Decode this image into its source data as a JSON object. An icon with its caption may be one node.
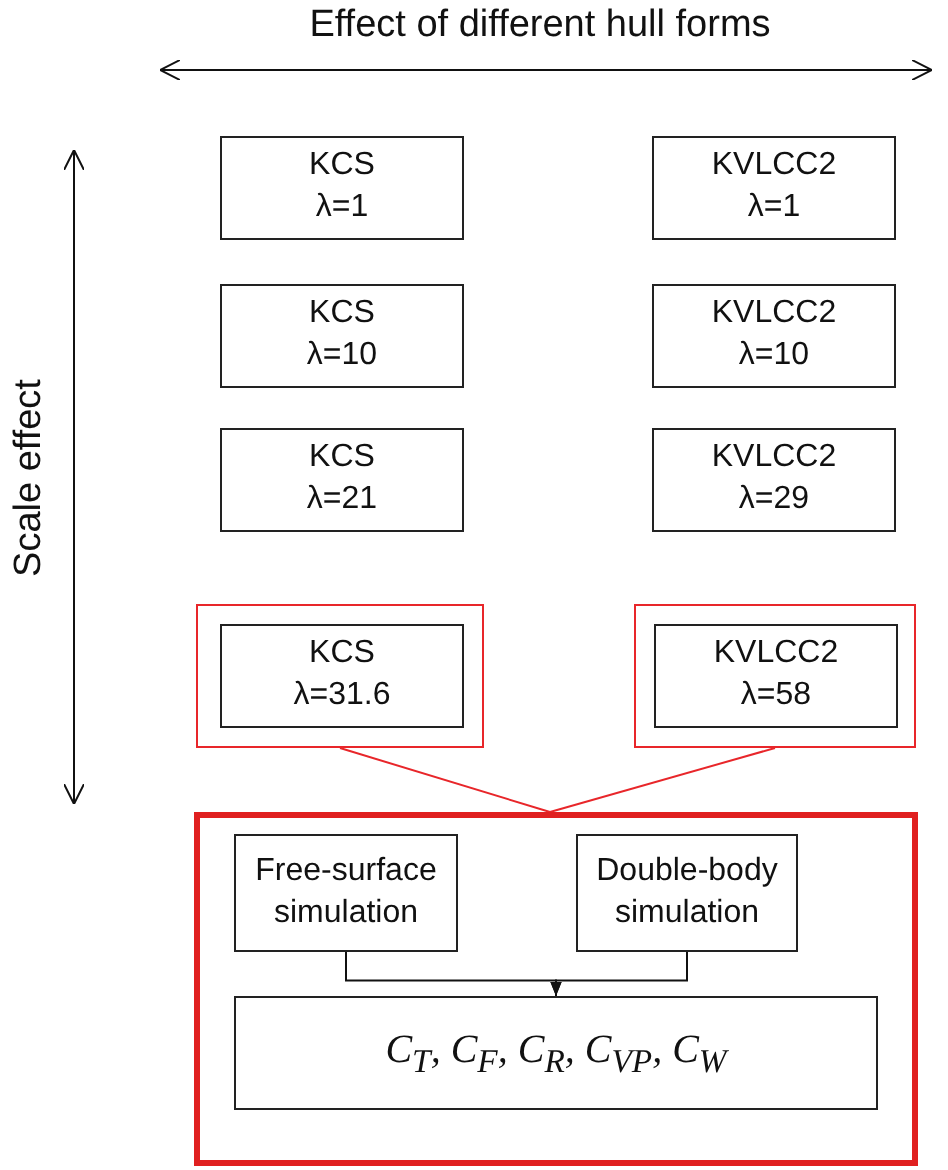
{
  "diagram": {
    "title": "Effect of different hull forms",
    "nodes": [
      {
        "text": [
          "KCS",
          "λ=1"
        ]
      },
      {
        "text": [
          "KVLCC2",
          "λ=1"
        ]
      },
      {
        "text": [
          "KCS",
          "λ=10"
        ]
      },
      {
        "text": [
          "KVLCC2",
          "λ=10"
        ]
      },
      {
        "text": [
          "KCS",
          "λ=21"
        ]
      },
      {
        "text": [
          "KVLCC2",
          "λ=29"
        ]
      },
      {
        "text": [],
        "shape": "box"
      },
      {
        "text": [
          "KCS",
          "λ=31.6"
        ],
        "in": 6
      },
      {
        "text": [],
        "shape": "box"
      },
      {
        "text": [
          "KVLCC2",
          "λ=58"
        ],
        "in": 8
      },
      {
        "text": [],
        "shape": "box"
      },
      {
        "text": [
          "Free-surface simulation"
        ],
        "in": 10
      },
      {
        "text": [
          "Double-body simulation"
        ],
        "in": 10
      },
      {
        "text": [
          "C$_{T}$, C$_{F}$, C$_{R}$, C$_{VP}$, C$_{W}$"
        ],
        "in": 10
      }
    ],
    "edges": [
      {
        "from": 6,
        "to": 10,
        "arrow": "none",
        "color": "#e8262a"
      },
      {
        "from": 8,
        "to": 10,
        "arrow": "none",
        "color": "#e8262a"
      },
      {
        "from": 11,
        "to": 13,
        "arrow": "to",
        "color": "#111111"
      },
      {
        "from": 12,
        "to": 13,
        "arrow": "to",
        "color": "#111111"
      }
    ],
    "labels": [
      "Scale effect"
    ]
  }
}
